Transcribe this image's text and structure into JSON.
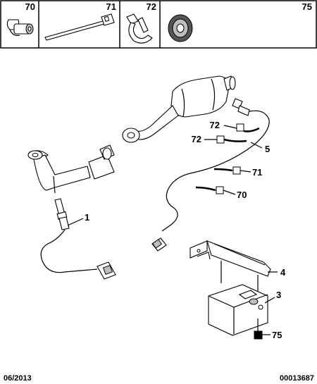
{
  "legend": {
    "items": [
      {
        "number": "70",
        "icon": "pipe-clip-icon"
      },
      {
        "number": "71",
        "icon": "cable-tie-icon"
      },
      {
        "number": "72",
        "icon": "hose-clamp-icon"
      },
      {
        "number": "75",
        "icon": "rubber-grommet-icon"
      }
    ]
  },
  "callouts": {
    "c1": "1",
    "c3": "3",
    "c4": "4",
    "c5": "5",
    "c70": "70",
    "c71": "71",
    "c72a": "72",
    "c72b": "72",
    "c75": "75"
  },
  "footer": {
    "date": "06/2013",
    "reference": "00013687"
  }
}
